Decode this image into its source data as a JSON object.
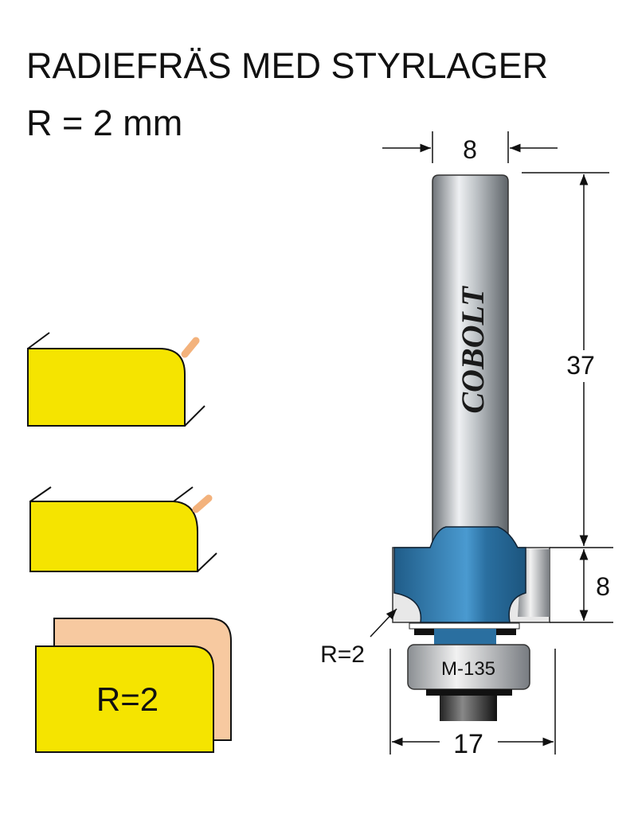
{
  "title": "RADIEFRÄS MED STYRLAGER",
  "subtitle": "R = 2 mm",
  "brand": "COBOLT",
  "bearing_label": "M-135",
  "profile_label": "R=2",
  "radius_callout": "R=2",
  "dimensions": {
    "shank_diameter": "8",
    "shank_length": "37",
    "cutting_height": "8",
    "overall_diameter": "17"
  },
  "colors": {
    "workpiece": "#f5e400",
    "edge_result": "#f7c9a0",
    "cutter_body": "#2a6fa0",
    "shank": "#b8bcc0"
  }
}
